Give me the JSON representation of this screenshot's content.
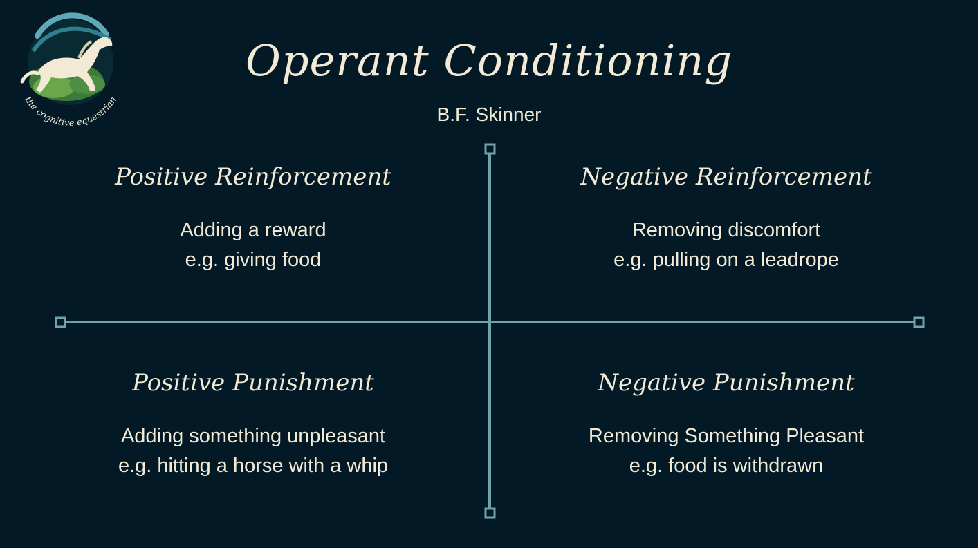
{
  "slide": {
    "title": "Operant Conditioning",
    "subtitle": "B.F. Skinner",
    "logo": {
      "text": "the cognitive equestrian",
      "icon": "horse-logo-icon"
    }
  },
  "quadrants": {
    "top_left": {
      "heading": "Positive Reinforcement",
      "line1": "Adding a reward",
      "line2": "e.g. giving food"
    },
    "top_right": {
      "heading": "Negative Reinforcement",
      "line1": "Removing discomfort",
      "line2": "e.g. pulling on a leadrope"
    },
    "bottom_left": {
      "heading": "Positive Punishment",
      "line1": "Adding something unpleasant",
      "line2": "e.g. hitting a horse with a whip"
    },
    "bottom_right": {
      "heading": "Negative Punishment",
      "line1": "Removing Something Pleasant",
      "line2": "e.g. food is withdrawn"
    }
  },
  "colors": {
    "background": "#031a26",
    "text": "#f3ead6",
    "axis": "#6fa3ad"
  }
}
